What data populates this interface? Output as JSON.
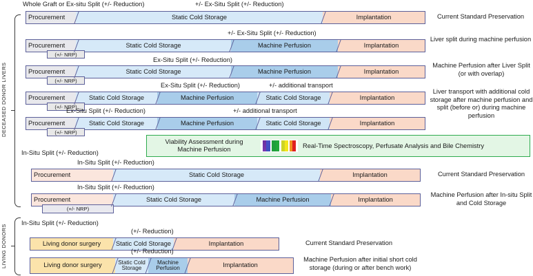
{
  "groups": {
    "deceased": "DECEASED DONOR LIVERS",
    "living": "LIVING DONORS"
  },
  "segment_labels": {
    "procurement": "Procurement",
    "nrp": "(+/- NRP)",
    "static_cold_storage": "Static Cold Storage",
    "static_cold_storage_2line": "Static Cold Storage",
    "machine_perfusion": "Machine Perfusion",
    "implantation": "Implantation",
    "living_donor_surgery": "Living donor surgery"
  },
  "rows": [
    {
      "id": "row1",
      "header_note": "Whole Graft or Ex-situ Split (+/- Reduction)",
      "notes": [
        "+/- Ex-Situ Split (+/- Reduction)"
      ],
      "segments": [
        "Procurement",
        "Static Cold Storage",
        "Implantation"
      ],
      "description": "Current Standard Preservation"
    },
    {
      "id": "row2",
      "notes": [
        "+/- Ex-Situ Split (+/- Reduction)"
      ],
      "segments": [
        "Procurement",
        "Static Cold Storage",
        "Machine Perfusion",
        "Implantation"
      ],
      "sub": "(+/- NRP)",
      "description": "Liver split during machine perfusion"
    },
    {
      "id": "row3",
      "notes": [
        "Ex-Situ Split (+/- Reduction)"
      ],
      "segments": [
        "Procurement",
        "Static Cold Storage",
        "Machine Perfusion",
        "Implantation"
      ],
      "sub": "(+/- NRP)",
      "description": "Machine Perfusion after Liver Split (or with overlap)"
    },
    {
      "id": "row4",
      "notes": [
        "Ex-Situ Split (+/- Reduction)",
        "+/- additional transport"
      ],
      "segments": [
        "Procurement",
        "Static Cold Storage",
        "Machine Perfusion",
        "Static Cold Storage",
        "Implantation"
      ],
      "sub": "(+/- NRP)",
      "description": "Liver transport with additional cold storage after machine perfusion and split (before or) during machine perfusion"
    },
    {
      "id": "row5",
      "notes": [
        "Ex-Situ Split (+/- Reduction)",
        "+/- additional transport"
      ],
      "segments": [
        "Procurement",
        "Static Cold Storage",
        "Machine Perfusion",
        "Static Cold Storage",
        "Implantation"
      ],
      "sub": "(+/- NRP)"
    },
    {
      "id": "row6",
      "header_note": "In-Situ Split (+/- Reduction)",
      "notes": [
        "In-Situ Split (+/- Reduction)"
      ],
      "segments": [
        "Procurement",
        "Static Cold Storage",
        "Implantation"
      ],
      "description": "Current Standard Preservation"
    },
    {
      "id": "row7",
      "notes": [
        "In-Situ Split (+/- Reduction)"
      ],
      "segments": [
        "Procurement",
        "Static Cold Storage",
        "Machine Perfusion",
        "Implantation"
      ],
      "sub": "(+/- NRP)",
      "description": "Machine Perfusion after In-situ Split and Cold Storage"
    },
    {
      "id": "row8",
      "header_note": "In-Situ Split (+/- Reduction)",
      "notes": [
        "(+/- Reduction)"
      ],
      "segments": [
        "Living donor surgery",
        "Static Cold Storage",
        "Implantation"
      ],
      "description": "Current Standard Preservation"
    },
    {
      "id": "row9",
      "notes": [
        "(+/- Reduction)"
      ],
      "segments": [
        "Living donor surgery",
        "Static Cold Storage",
        "Machine Perfusion",
        "Implantation"
      ],
      "description": "Machine Perfusion after initial short cold storage (during or after bench work)"
    }
  ],
  "viability": {
    "title_line1": "Viability Assessment during",
    "title_line2": "Machine Perfusion",
    "text": "Real-Time Spectroscopy, Perfusate Analysis and Bile Chemistry",
    "spectrum_colors": [
      "#6b2fa0",
      "#3b4fc0",
      "#1f8f3f",
      "#21a83a",
      "#c8d02a",
      "#f0e020",
      "#f09020",
      "#e02020"
    ],
    "border_color": "#2eaa4e",
    "fill_color": "#e3f6e5"
  },
  "colors": {
    "procurement_grey": "#e8e8ec",
    "procurement_pink": "#fbe6dd",
    "static_cold_storage": "#d6e9f8",
    "machine_perfusion": "#a9cdea",
    "implantation": "#fad9c8",
    "living_donor": "#fbe3ab",
    "bar_border": "#5b5f99"
  }
}
